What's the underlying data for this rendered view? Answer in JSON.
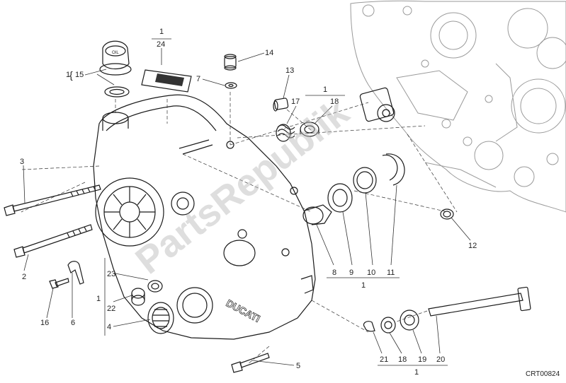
{
  "callouts": {
    "c1_top": "1",
    "c24": "24",
    "c1_left": "1",
    "c15": "15",
    "c14": "14",
    "c7": "7",
    "c13": "13",
    "c1_group_top": "1",
    "c17": "17",
    "c18_top": "18",
    "c3": "3",
    "c12": "12",
    "c8": "8",
    "c9": "9",
    "c10": "10",
    "c11": "11",
    "c1_mid": "1",
    "c23": "23",
    "c22": "22",
    "c4": "4",
    "c1_bracket": "1",
    "c2": "2",
    "c16": "16",
    "c6": "6",
    "c21": "21",
    "c18_bot": "18",
    "c19": "19",
    "c20": "20",
    "c1_bottom": "1",
    "c5": "5"
  },
  "cover_brand": "DUCATI",
  "oil_cap_text": "OIL",
  "watermark": "PartsRepublik",
  "diagram_code": "CRT00824"
}
